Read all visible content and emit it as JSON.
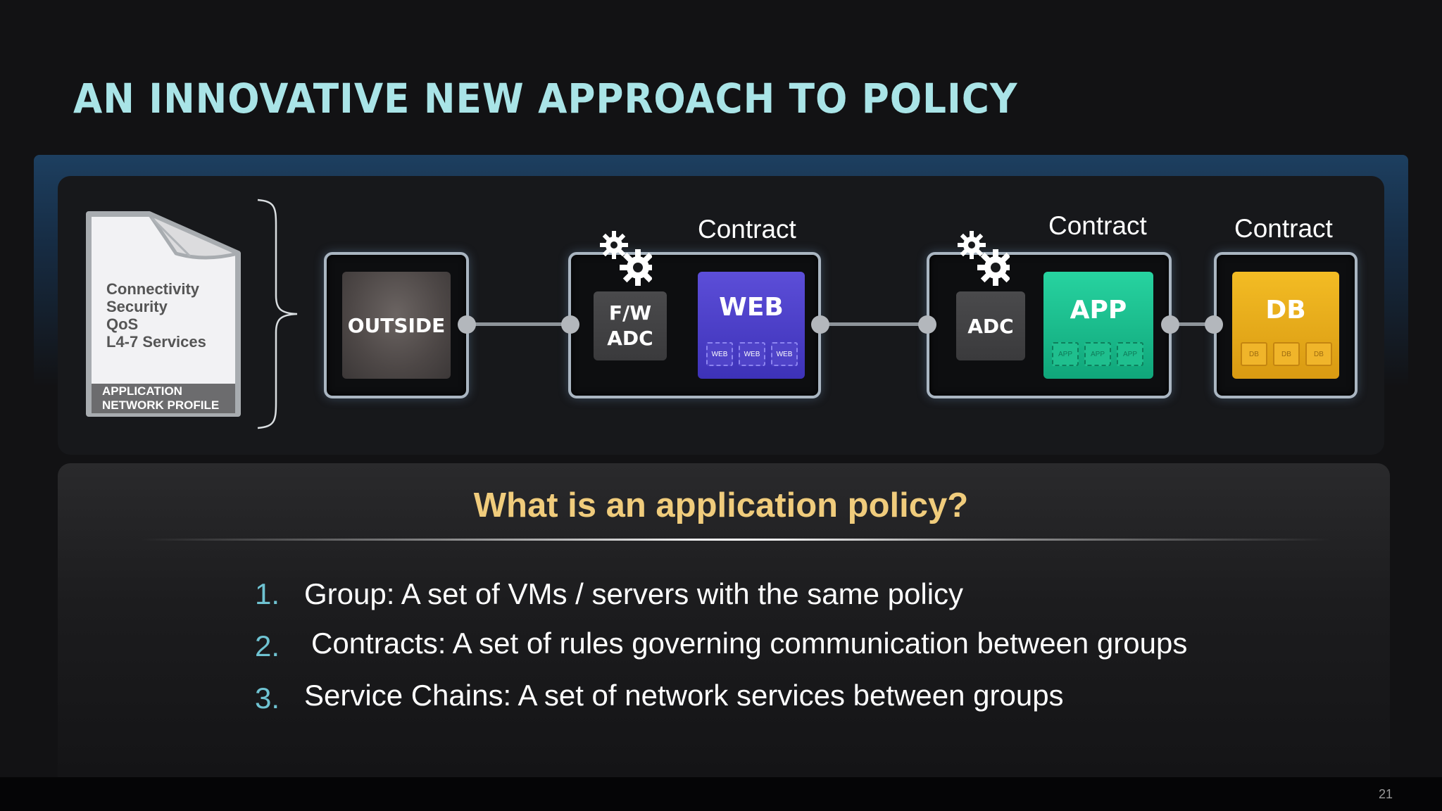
{
  "slide": {
    "title": "AN INNOVATIVE NEW APPROACH TO POLICY",
    "page_number": "21"
  },
  "profile": {
    "items": [
      "Connectivity",
      "Security",
      "QoS",
      "L4-7 Services"
    ],
    "label_line1": "APPLICATION",
    "label_line2": "NETWORK PROFILE"
  },
  "diagram": {
    "outside_label": "OUTSIDE",
    "fw_line1": "F/W",
    "fw_line2": "ADC",
    "web_label": "WEB",
    "web_mini": [
      "WEB",
      "WEB",
      "WEB"
    ],
    "adc_label": "ADC",
    "app_label": "APP",
    "app_mini": [
      "APP",
      "APP",
      "APP"
    ],
    "db_label": "DB",
    "db_mini": [
      "DB",
      "DB",
      "DB"
    ],
    "contract_1": "Contract",
    "contract_2": "Contract",
    "contract_3": "Contract"
  },
  "policy": {
    "question": "What is an application policy?",
    "items": [
      {
        "num": "1.",
        "text": "Group: A set of VMs / servers with the same policy"
      },
      {
        "num": "2.",
        "text": "Contracts: A set of rules governing communication between groups"
      },
      {
        "num": "3.",
        "text": "Service Chains: A set of network services between groups"
      }
    ]
  },
  "colors": {
    "title": "#a9e4e7",
    "question": "#f0cc7c",
    "number": "#6fc3d2",
    "web": "#4a3fcb",
    "app": "#1bc490",
    "db": "#eaaa1c"
  }
}
